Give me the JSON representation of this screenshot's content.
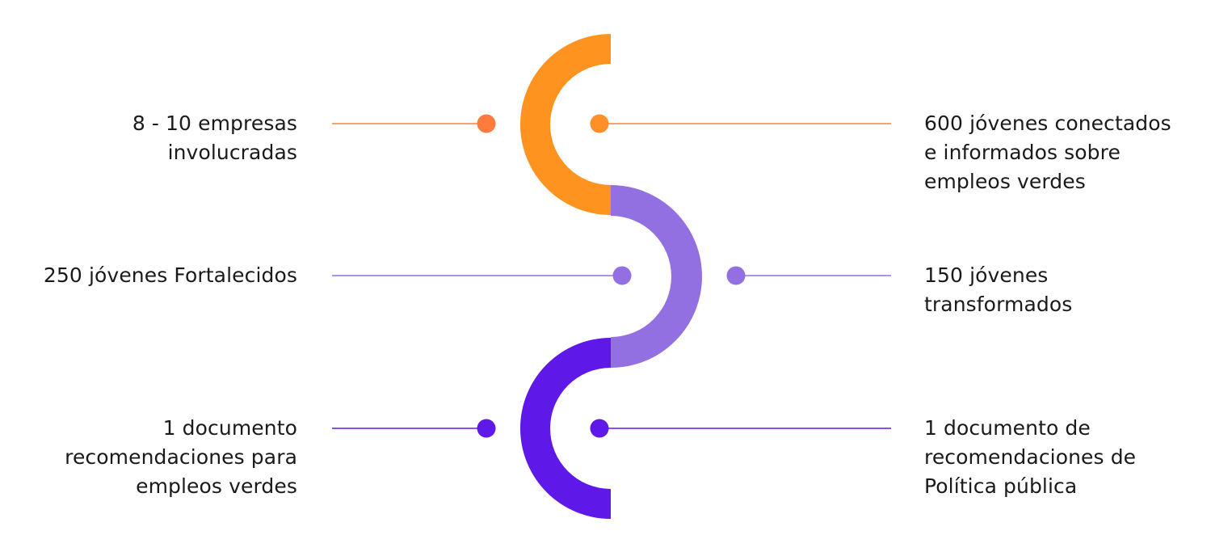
{
  "colors": {
    "orange_arc": "#FF9320",
    "orange_dot_left": "#FF7A3D",
    "orange_dot_right": "#FF8F26",
    "orange_line": "#F7843A",
    "lavender": "#9370E2",
    "violet": "#5E18E8",
    "text": "#1A1A1A"
  },
  "items": {
    "left": [
      {
        "color": "orange",
        "lines": [
          "8 - 10 empresas",
          "involucradas"
        ]
      },
      {
        "color": "lavender",
        "lines": [
          "250 jóvenes Fortalecidos"
        ]
      },
      {
        "color": "violet",
        "lines": [
          "1 documento",
          "recomendaciones para",
          "empleos verdes"
        ]
      }
    ],
    "right": [
      {
        "color": "orange",
        "lines": [
          "600 jóvenes conectados",
          "e informados sobre",
          "empleos verdes"
        ]
      },
      {
        "color": "lavender",
        "lines": [
          "150 jóvenes",
          "transformados"
        ]
      },
      {
        "color": "violet",
        "lines": [
          "1 documento de",
          "recomendaciones de",
          "Política pública"
        ]
      }
    ]
  }
}
